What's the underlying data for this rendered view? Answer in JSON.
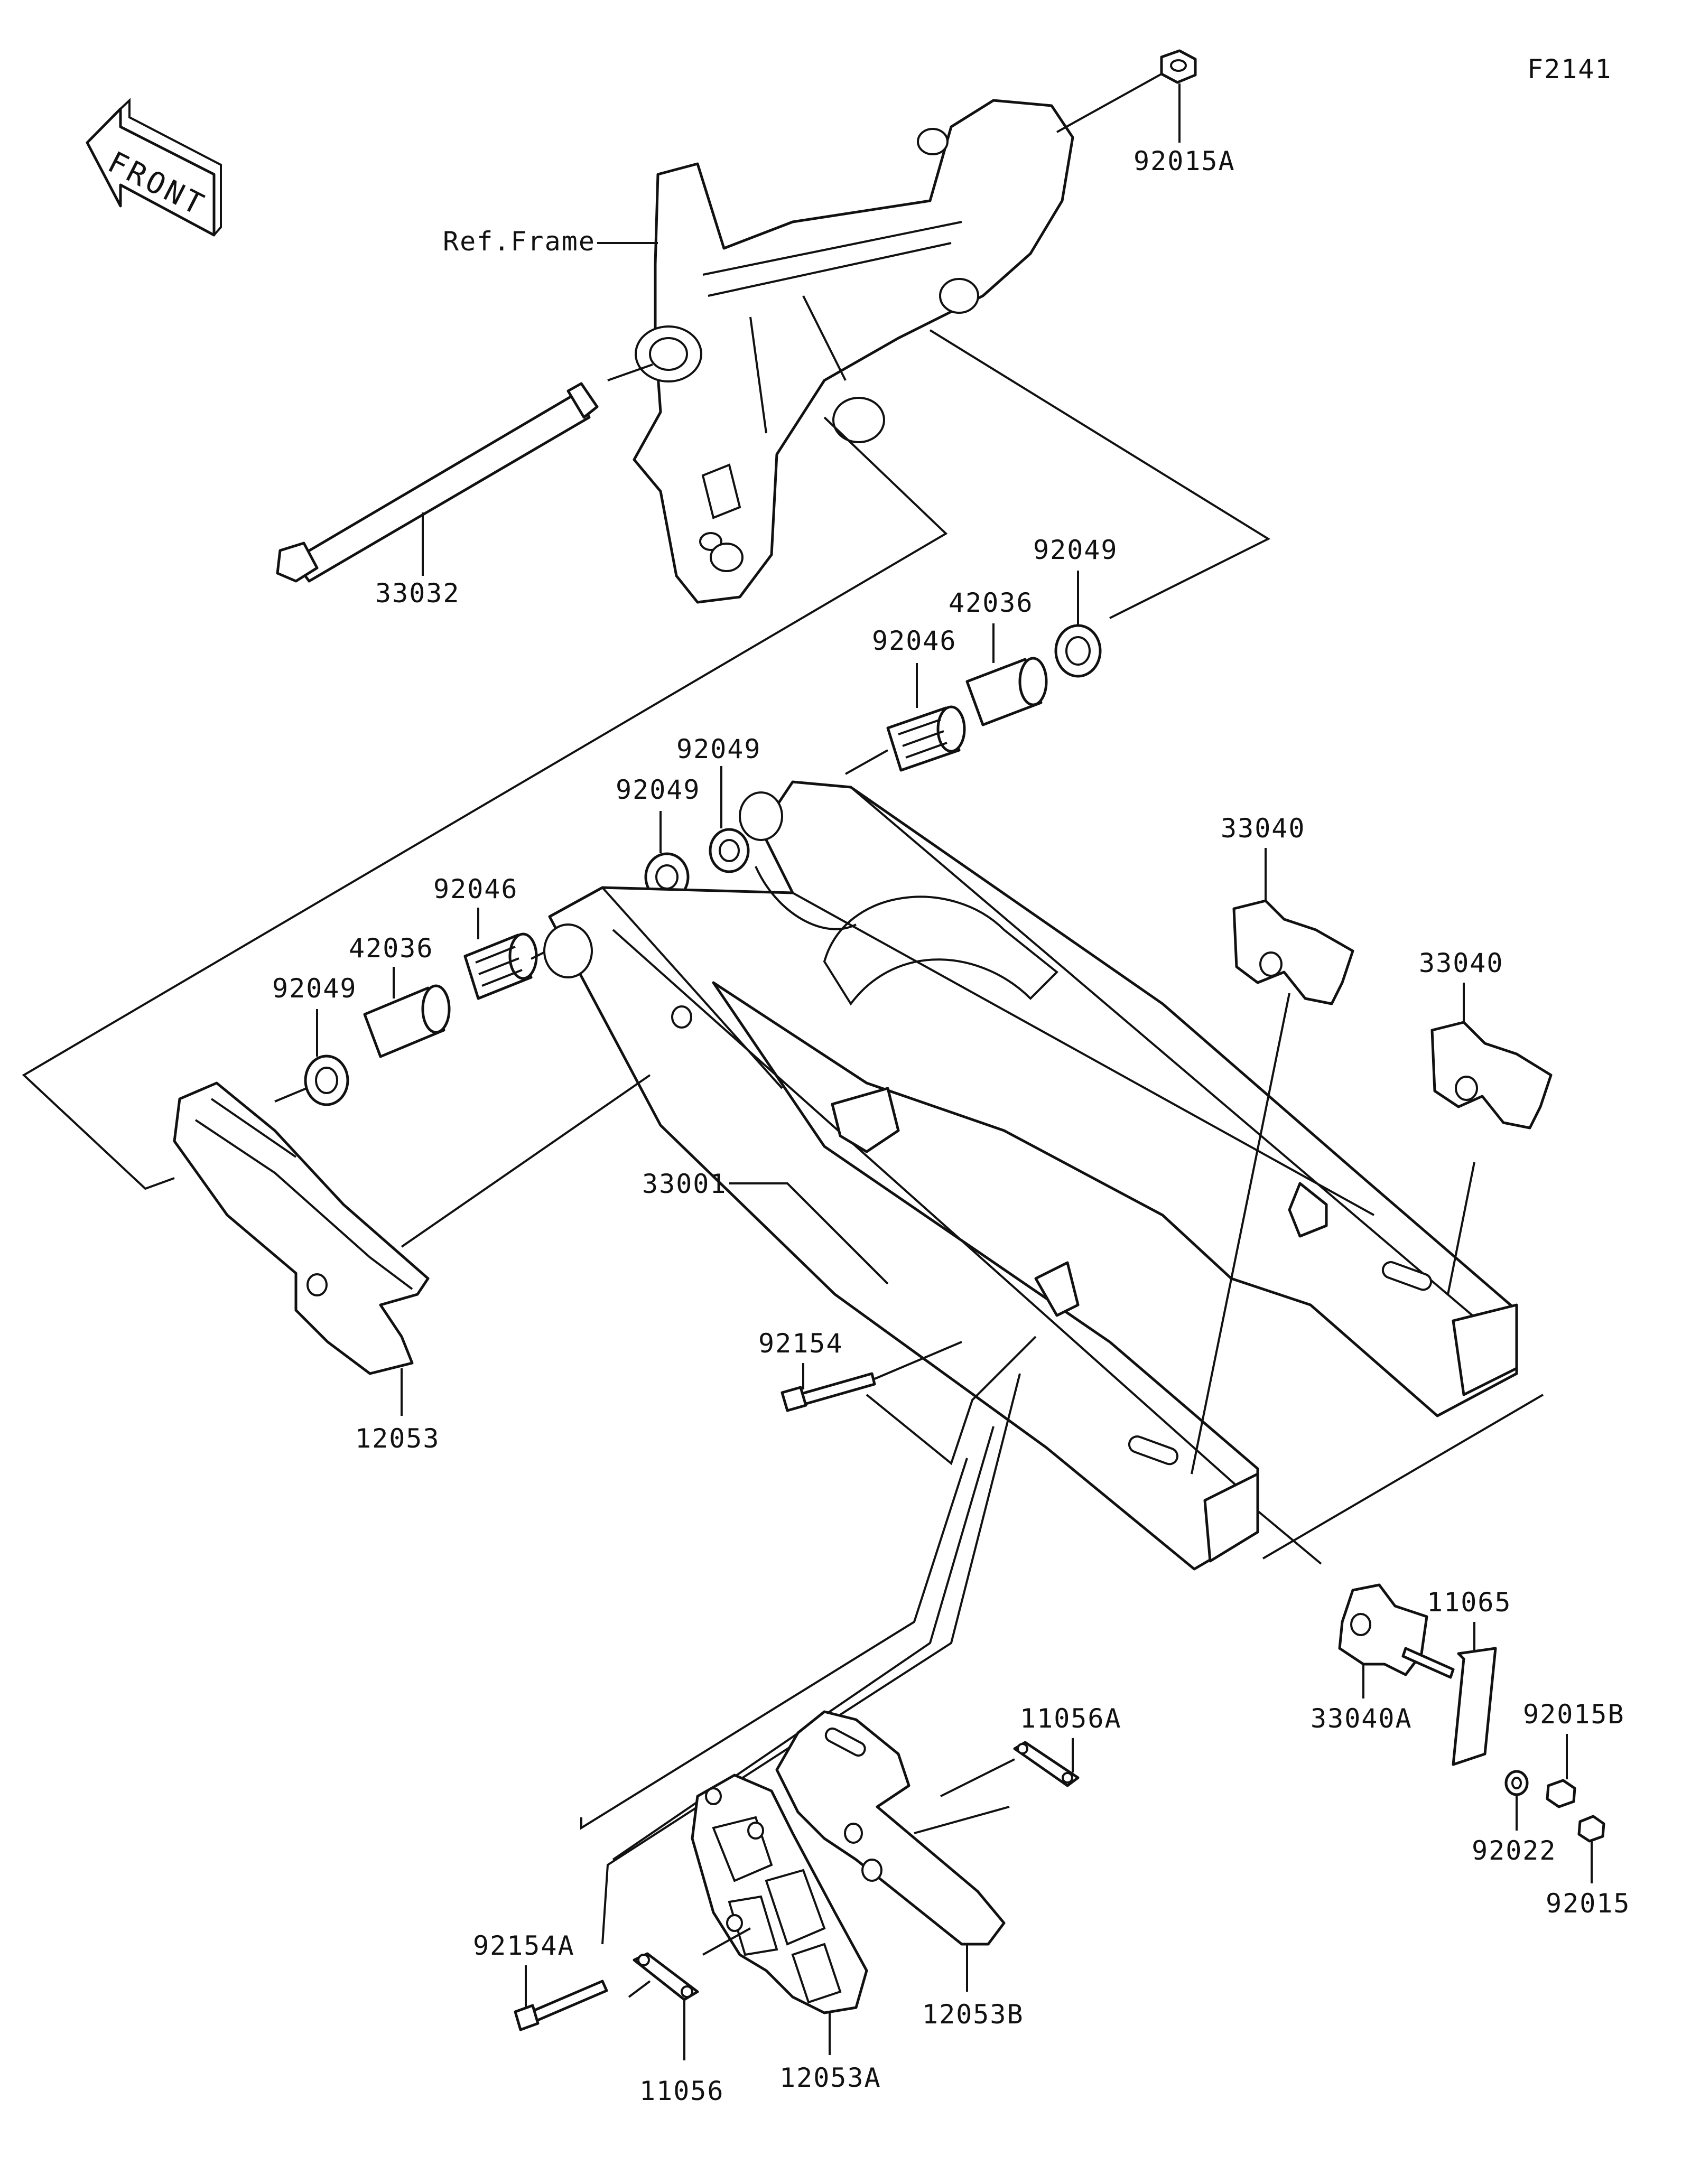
{
  "figure_code": "F2141",
  "front_arrow": {
    "text": "FRONT",
    "icon": "front-direction-arrow-icon"
  },
  "labels": {
    "ref_frame": "Ref.Frame",
    "p92015A": "92015A",
    "p33032": "33032",
    "p92049_a": "92049",
    "p42036_a": "42036",
    "p92046_a": "92046",
    "p92049_b": "92049",
    "p92049_c": "92049",
    "p92046_b": "92046",
    "p42036_b": "42036",
    "p92049_d": "92049",
    "p33040_a": "33040",
    "p33040_b": "33040",
    "p33001": "33001",
    "p12053": "12053",
    "p92154": "92154",
    "p11065": "11065",
    "p92015B": "92015B",
    "p33040A": "33040A",
    "p92022": "92022",
    "p92015": "92015",
    "p11056A": "11056A",
    "p92154A": "92154A",
    "p12053B": "12053B",
    "p12053A": "12053A",
    "p11056": "11056"
  }
}
